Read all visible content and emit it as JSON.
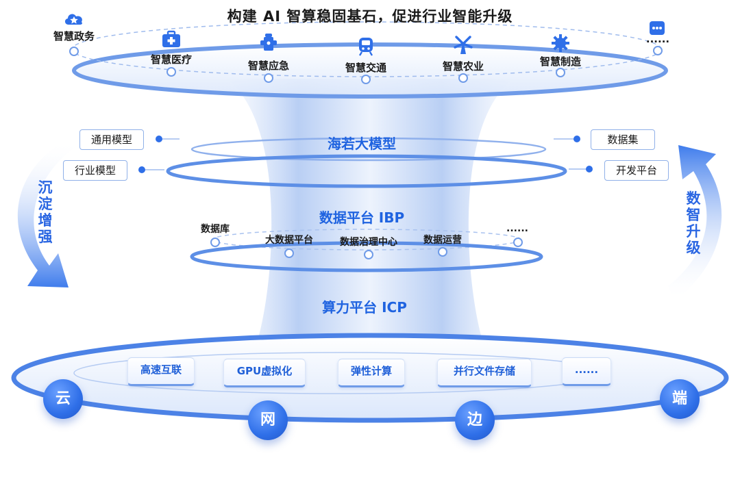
{
  "title": "构建 AI 智算稳固基石，促进行业智能升级",
  "applications": [
    {
      "label": "智慧政务",
      "icon": "cloud-star-icon"
    },
    {
      "label": "智慧医疗",
      "icon": "medical-kit-icon"
    },
    {
      "label": "智慧应急",
      "icon": "fire-hydrant-icon"
    },
    {
      "label": "智慧交通",
      "icon": "train-icon"
    },
    {
      "label": "智慧农业",
      "icon": "windmill-icon"
    },
    {
      "label": "智慧制造",
      "icon": "gear-icon"
    },
    {
      "label": "......",
      "icon": "more-dots-icon"
    }
  ],
  "model_layer": {
    "title": "海若大模型",
    "left_items": [
      "通用模型",
      "行业模型"
    ],
    "right_items": [
      "数据集",
      "开发平台"
    ]
  },
  "data_layer": {
    "title": "数据平台 IBP",
    "items": [
      "数据库",
      "大数据平台",
      "数据治理中心",
      "数据运营",
      "......"
    ]
  },
  "compute_layer": {
    "title": "算力平台 ICP",
    "capabilities": [
      "高速互联",
      "GPU虚拟化",
      "弹性计算",
      "并行文件存储",
      "......"
    ]
  },
  "nodes": [
    "云",
    "网",
    "边",
    "端"
  ],
  "left_arrow_text": "沉淀增强",
  "right_arrow_text": "数智升级",
  "colors": {
    "primary": "#2f6fe8",
    "funnel": "#a8c4f2",
    "text": "#1a1a1a"
  }
}
